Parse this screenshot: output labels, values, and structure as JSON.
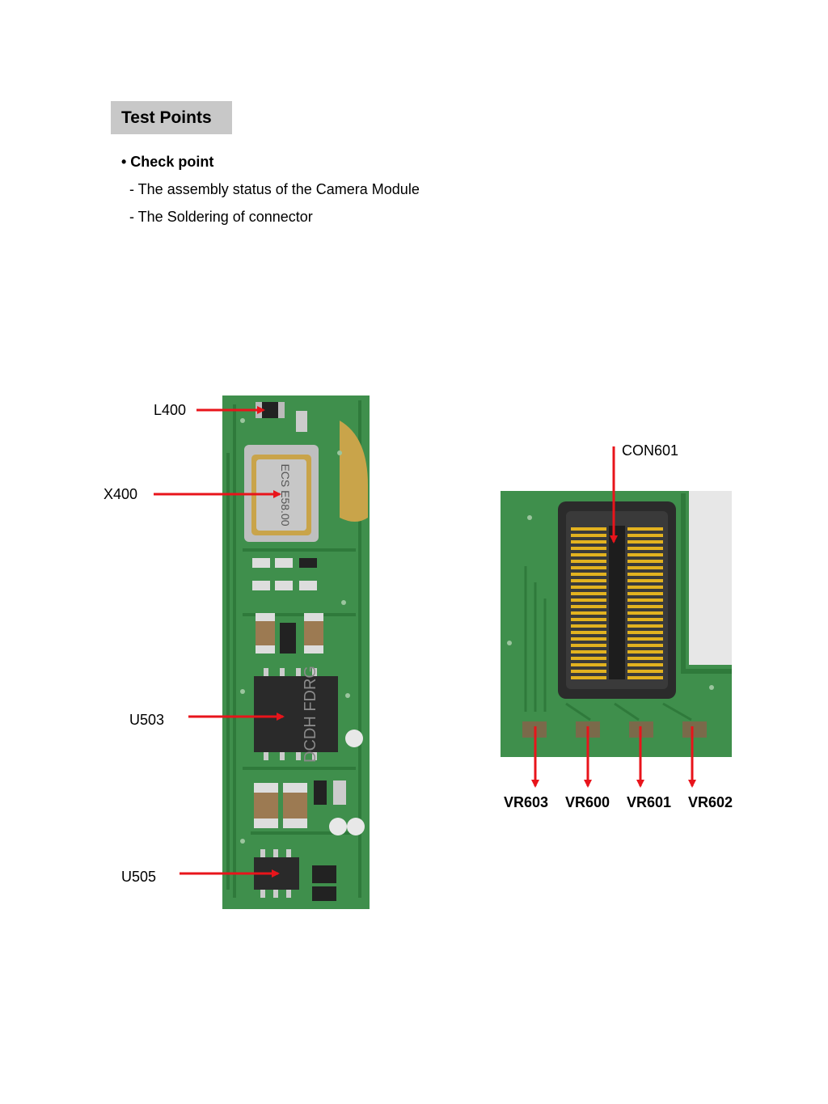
{
  "header": {
    "title": "Test Points"
  },
  "checkpoint": {
    "heading": "• Check point",
    "items": [
      "- The assembly status of the Camera Module",
      "- The Soldering of connector"
    ]
  },
  "left_board": {
    "labels": {
      "l400": "L400",
      "x400": "X400",
      "u503": "U503",
      "u505": "U505"
    },
    "chip_marking_x400": "ECS E58.00",
    "chip_marking_u503": "DCDH FDRG"
  },
  "right_board": {
    "labels": {
      "con601": "CON601",
      "vr603": "VR603",
      "vr600": "VR600",
      "vr601": "VR601",
      "vr602": "VR602"
    }
  },
  "colors": {
    "pcb": "#3f8f4c",
    "arrow": "#e8141b",
    "gold": "#e2b21f",
    "header_bg": "#c8c8c8"
  }
}
